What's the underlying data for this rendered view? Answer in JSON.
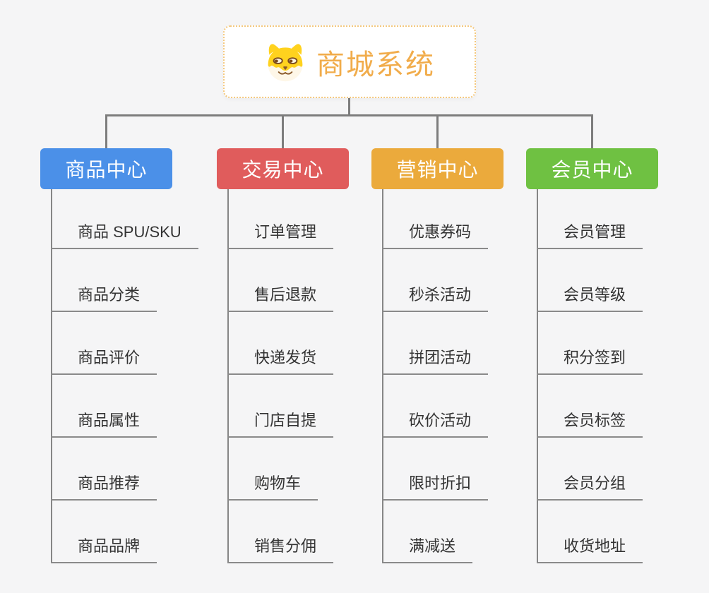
{
  "page": {
    "background_color": "#f5f5f6",
    "connector_color": "#7d7d7d"
  },
  "root": {
    "title": "商城系统",
    "icon": "shiba-dog-icon",
    "title_color": "#f1ac4b",
    "border_color": "#f4c87d"
  },
  "branches": [
    {
      "label": "商品中心",
      "color": "#4b90e8",
      "items": [
        "商品 SPU/SKU",
        "商品分类",
        "商品评价",
        "商品属性",
        "商品推荐",
        "商品品牌"
      ]
    },
    {
      "label": "交易中心",
      "color": "#e05c5c",
      "items": [
        "订单管理",
        "售后退款",
        "快递发货",
        "门店自提",
        "购物车",
        "销售分佣"
      ]
    },
    {
      "label": "营销中心",
      "color": "#ebaa3c",
      "items": [
        "优惠券码",
        "秒杀活动",
        "拼团活动",
        "砍价活动",
        "限时折扣",
        "满减送"
      ]
    },
    {
      "label": "会员中心",
      "color": "#6fc142",
      "items": [
        "会员管理",
        "会员等级",
        "积分签到",
        "会员标签",
        "会员分组",
        "收货地址"
      ]
    }
  ]
}
